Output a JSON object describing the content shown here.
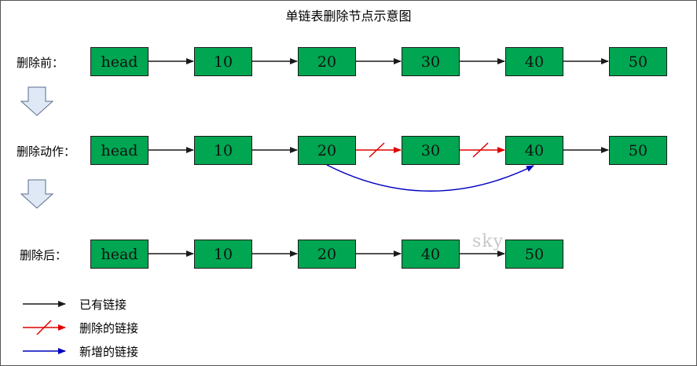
{
  "title": "单链表删除节点示意图",
  "rows": {
    "before": {
      "label": "删除前：",
      "nodes": [
        "head",
        "10",
        "20",
        "30",
        "40",
        "50"
      ]
    },
    "action": {
      "label": "删除动作：",
      "nodes": [
        "head",
        "10",
        "20",
        "30",
        "40",
        "50"
      ]
    },
    "after": {
      "label": "删除后：",
      "nodes": [
        "head",
        "10",
        "20",
        "40",
        "50"
      ]
    }
  },
  "legend": {
    "existing": "已有链接",
    "deleted": "删除的链接",
    "added": "新增的链接"
  },
  "watermark": "sky",
  "colors": {
    "node_fill": "#00a651",
    "existing_link": "#1a1a1a",
    "deleted_link": "#e00000",
    "added_link": "#0000c0",
    "down_arrow_fill": "#dfe8f5"
  }
}
